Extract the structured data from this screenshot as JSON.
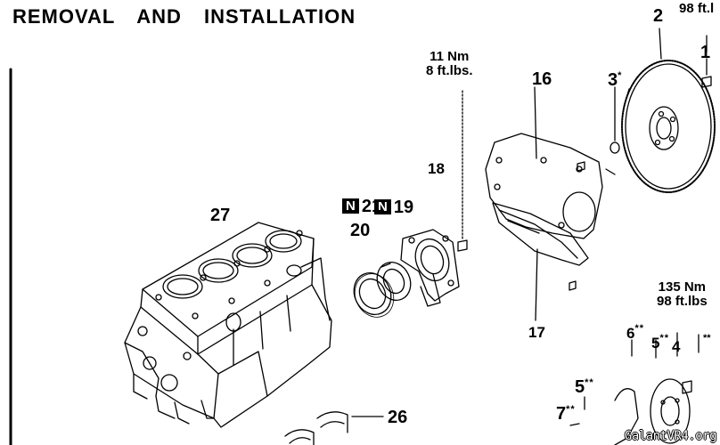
{
  "page": {
    "title": "REMOVAL AND INSTALLATION"
  },
  "torque": {
    "t1_nm": "11 Nm",
    "t1_ftlbs": "8 ft.lbs.",
    "t2_ftlbs": "98 ft.l",
    "t3_nm": "135 Nm",
    "t3_ftlbs": "98 ft.lbs"
  },
  "callouts": {
    "c1": "1",
    "c2": "2",
    "c3": "3",
    "c3_mark": "*",
    "c4": "4",
    "c5a": "5",
    "c5a_mark": "**",
    "c5b": "5",
    "c5b_mark": "**",
    "c6": "6",
    "c6_mark": "**",
    "c7": "7",
    "c7_mark": "**",
    "c4_mark": "**",
    "c16": "16",
    "c17": "17",
    "c18": "18",
    "c19": "19",
    "c20": "20",
    "c21": "21",
    "c26": "26",
    "c27": "27",
    "new_part": "N"
  },
  "watermark": "GalantVR4.org"
}
